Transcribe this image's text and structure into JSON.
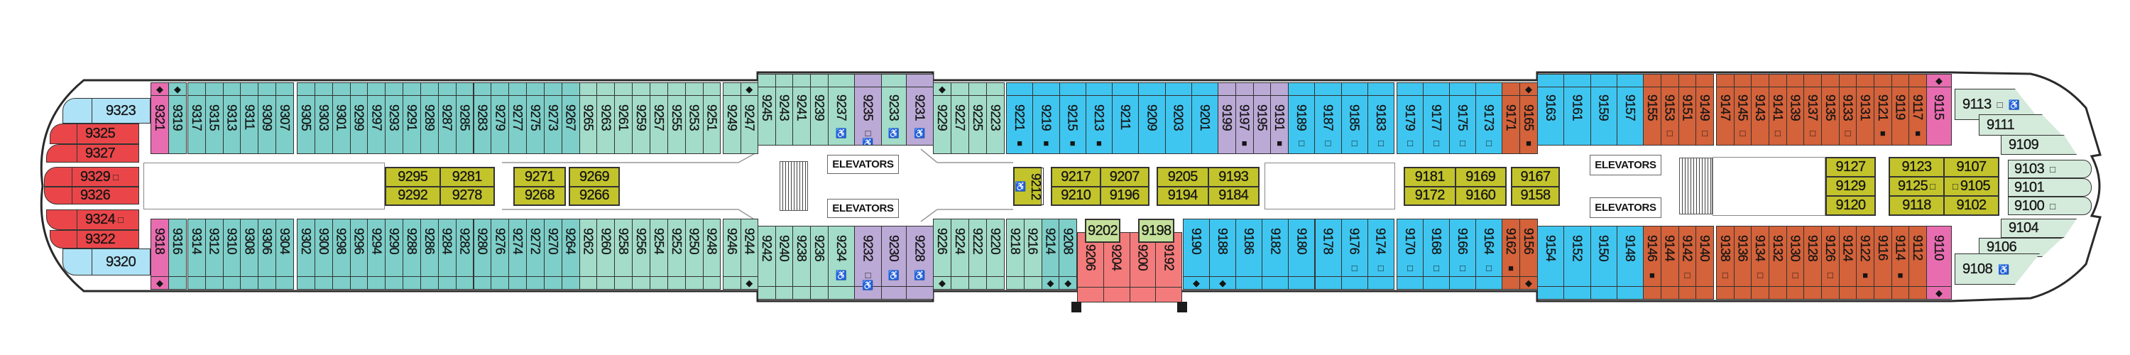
{
  "palette": {
    "teal": "#7ecfc9",
    "lightteal": "#a3dcc8",
    "purple": "#bba9d6",
    "blue": "#3fc6f0",
    "orange": "#d4623a",
    "pink": "#e86db0",
    "red": "#ea4649",
    "lightblue": "#aee2f7",
    "olive": "#c3c42c",
    "coral": "#f47b7b",
    "lightgreen": "#c5e09a",
    "bow": "#d4eadb"
  },
  "icons": {
    "square": "□",
    "filled-square": "■",
    "diamond": "◆",
    "wheelchair": "♿"
  },
  "labels": {
    "elevators": "ELEVATORS"
  },
  "top_sections": [
    {
      "id": "tA",
      "c": "teal",
      "cabins": [
        {
          "n": "9321",
          "c": "pink",
          "m": [
            "diamond"
          ]
        },
        {
          "n": "9319",
          "m": [
            "diamond"
          ]
        }
      ]
    },
    {
      "id": "tB",
      "c": "teal",
      "cabins": [
        {
          "n": "9317"
        },
        {
          "n": "9315"
        },
        {
          "n": "9313"
        },
        {
          "n": "9311"
        },
        {
          "n": "9309"
        },
        {
          "n": "9307"
        }
      ]
    },
    {
      "id": "tC",
      "c": "teal",
      "cabins": [
        {
          "n": "9305"
        },
        {
          "n": "9303"
        },
        {
          "n": "9301"
        },
        {
          "n": "9299"
        },
        {
          "n": "9297"
        },
        {
          "n": "9293"
        },
        {
          "n": "9291"
        },
        {
          "n": "9289"
        },
        {
          "n": "9287"
        },
        {
          "n": "9285"
        },
        {
          "n": "9283"
        },
        {
          "n": "9279"
        },
        {
          "n": "9277"
        },
        {
          "n": "9275"
        },
        {
          "n": "9273"
        },
        {
          "n": "9267"
        },
        {
          "n": "9265",
          "c": "lightteal"
        },
        {
          "n": "9263",
          "c": "lightteal"
        },
        {
          "n": "9261",
          "c": "lightteal"
        },
        {
          "n": "9259",
          "c": "lightteal"
        },
        {
          "n": "9257",
          "c": "lightteal"
        },
        {
          "n": "9255",
          "c": "lightteal"
        },
        {
          "n": "9253",
          "c": "lightteal"
        },
        {
          "n": "9251",
          "c": "lightteal"
        }
      ]
    },
    {
      "id": "tD",
      "c": "lightteal",
      "cabins": [
        {
          "n": "9249"
        },
        {
          "n": "9247",
          "m": [
            "diamond"
          ]
        }
      ]
    },
    {
      "id": "tE",
      "c": "lightteal",
      "cabins": [
        {
          "n": "9245"
        },
        {
          "n": "9243"
        },
        {
          "n": "9241"
        },
        {
          "n": "9239"
        },
        {
          "n": "9237",
          "m": [
            "wheelchair"
          ]
        },
        {
          "n": "9235",
          "c": "purple",
          "m": [
            "square",
            "wheelchair"
          ]
        },
        {
          "n": "9233",
          "m": [
            "wheelchair"
          ]
        },
        {
          "n": "9231",
          "c": "purple",
          "m": [
            "wheelchair"
          ]
        }
      ]
    },
    {
      "id": "tF",
      "c": "lightteal",
      "cabins": [
        {
          "n": "9229",
          "m": [
            "diamond"
          ]
        },
        {
          "n": "9227"
        },
        {
          "n": "9225"
        },
        {
          "n": "9223"
        }
      ]
    },
    {
      "id": "tG",
      "c": "blue",
      "cabins": [
        {
          "n": "9221",
          "m": [
            "filled-square"
          ]
        },
        {
          "n": "9219",
          "m": [
            "filled-square"
          ]
        },
        {
          "n": "9215",
          "m": [
            "filled-square"
          ]
        },
        {
          "n": "9213",
          "m": [
            "filled-square"
          ]
        },
        {
          "n": "9211"
        },
        {
          "n": "9209"
        },
        {
          "n": "9203"
        },
        {
          "n": "9201"
        }
      ]
    },
    {
      "id": "tH",
      "c": "purple",
      "cabins": [
        {
          "n": "9199"
        },
        {
          "n": "9197",
          "m": [
            "filled-square"
          ]
        },
        {
          "n": "9195"
        },
        {
          "n": "9191",
          "m": [
            "filled-square"
          ]
        }
      ]
    },
    {
      "id": "tI",
      "c": "blue",
      "cabins": [
        {
          "n": "9189",
          "m": [
            "square"
          ]
        },
        {
          "n": "9187",
          "m": [
            "square"
          ]
        },
        {
          "n": "9185",
          "m": [
            "square"
          ]
        },
        {
          "n": "9183",
          "m": [
            "square"
          ]
        }
      ]
    },
    {
      "id": "tJ",
      "c": "blue",
      "cabins": [
        {
          "n": "9179",
          "m": [
            "square"
          ]
        },
        {
          "n": "9177",
          "m": [
            "square"
          ]
        },
        {
          "n": "9175",
          "m": [
            "square"
          ]
        },
        {
          "n": "9173",
          "m": [
            "square"
          ]
        }
      ]
    },
    {
      "id": "tK",
      "c": "orange",
      "cabins": [
        {
          "n": "9171"
        },
        {
          "n": "9165",
          "m": [
            "diamond",
            "filled-square"
          ]
        }
      ]
    },
    {
      "id": "tL",
      "c": "blue",
      "cabins": [
        {
          "n": "9163"
        },
        {
          "n": "9161"
        },
        {
          "n": "9159"
        },
        {
          "n": "9157"
        }
      ]
    },
    {
      "id": "tM",
      "c": "orange",
      "cabins": [
        {
          "n": "9155"
        },
        {
          "n": "9153",
          "m": [
            "square"
          ]
        },
        {
          "n": "9151"
        },
        {
          "n": "9149",
          "m": [
            "square"
          ]
        }
      ]
    },
    {
      "id": "tN",
      "c": "orange",
      "cabins": [
        {
          "n": "9147"
        },
        {
          "n": "9145",
          "m": [
            "square"
          ]
        },
        {
          "n": "9143"
        },
        {
          "n": "9141",
          "m": [
            "square"
          ]
        },
        {
          "n": "9139"
        },
        {
          "n": "9137",
          "m": [
            "square"
          ]
        },
        {
          "n": "9135"
        },
        {
          "n": "9133",
          "m": [
            "square"
          ]
        },
        {
          "n": "9131"
        },
        {
          "n": "9121",
          "m": [
            "filled-square"
          ]
        },
        {
          "n": "9119"
        },
        {
          "n": "9117",
          "m": [
            "filled-square"
          ]
        }
      ]
    },
    {
      "id": "tO",
      "c": "pink",
      "cabins": [
        {
          "n": "9115",
          "m": [
            "diamond"
          ]
        }
      ]
    }
  ],
  "bottom_sections": [
    {
      "id": "bA",
      "c": "teal",
      "cabins": [
        {
          "n": "9318",
          "c": "pink",
          "m": [
            "diamond"
          ]
        },
        {
          "n": "9316"
        }
      ]
    },
    {
      "id": "bB",
      "c": "teal",
      "cabins": [
        {
          "n": "9314"
        },
        {
          "n": "9312"
        },
        {
          "n": "9310"
        },
        {
          "n": "9308"
        },
        {
          "n": "9306"
        },
        {
          "n": "9304"
        }
      ]
    },
    {
      "id": "bC",
      "c": "teal",
      "cabins": [
        {
          "n": "9302"
        },
        {
          "n": "9300"
        },
        {
          "n": "9298"
        },
        {
          "n": "9296"
        },
        {
          "n": "9294"
        },
        {
          "n": "9290"
        },
        {
          "n": "9288"
        },
        {
          "n": "9286"
        },
        {
          "n": "9284"
        },
        {
          "n": "9282"
        },
        {
          "n": "9280"
        },
        {
          "n": "9276"
        },
        {
          "n": "9274"
        },
        {
          "n": "9272"
        },
        {
          "n": "9270"
        },
        {
          "n": "9264"
        },
        {
          "n": "9262",
          "c": "lightteal"
        },
        {
          "n": "9260",
          "c": "lightteal"
        },
        {
          "n": "9258",
          "c": "lightteal"
        },
        {
          "n": "9256",
          "c": "lightteal"
        },
        {
          "n": "9254",
          "c": "lightteal"
        },
        {
          "n": "9252",
          "c": "lightteal"
        },
        {
          "n": "9250",
          "c": "lightteal"
        },
        {
          "n": "9248",
          "c": "lightteal"
        }
      ]
    },
    {
      "id": "bD",
      "c": "lightteal",
      "cabins": [
        {
          "n": "9246"
        },
        {
          "n": "9244",
          "m": [
            "diamond"
          ]
        }
      ]
    },
    {
      "id": "bE",
      "c": "lightteal",
      "cabins": [
        {
          "n": "9242"
        },
        {
          "n": "9240"
        },
        {
          "n": "9238"
        },
        {
          "n": "9236"
        },
        {
          "n": "9234",
          "m": [
            "wheelchair"
          ]
        },
        {
          "n": "9232",
          "c": "purple",
          "m": [
            "square",
            "wheelchair"
          ]
        },
        {
          "n": "9230",
          "c": "purple",
          "m": [
            "wheelchair"
          ]
        },
        {
          "n": "9228",
          "c": "purple",
          "m": [
            "wheelchair"
          ]
        }
      ]
    },
    {
      "id": "bF",
      "c": "lightteal",
      "cabins": [
        {
          "n": "9226",
          "m": [
            "diamond"
          ]
        },
        {
          "n": "9224"
        },
        {
          "n": "9222"
        },
        {
          "n": "9220"
        }
      ]
    },
    {
      "id": "bG",
      "c": "lightteal",
      "cabins": [
        {
          "n": "9218"
        },
        {
          "n": "9216"
        },
        {
          "n": "9214",
          "c": "teal",
          "m": [
            "diamond"
          ]
        },
        {
          "n": "9208",
          "c": "teal",
          "m": [
            "diamond"
          ]
        }
      ]
    },
    {
      "id": "bH",
      "c": "coral",
      "cabins": [
        {
          "n": "9206"
        },
        {
          "n": "9204"
        },
        {
          "n": "9200"
        },
        {
          "n": "9192"
        }
      ]
    },
    {
      "id": "bI",
      "c": "blue",
      "cabins": [
        {
          "n": "9190",
          "m": [
            "diamond"
          ]
        },
        {
          "n": "9188",
          "m": [
            "diamond"
          ]
        },
        {
          "n": "9186"
        },
        {
          "n": "9182"
        },
        {
          "n": "9180"
        },
        {
          "n": "9178"
        },
        {
          "n": "9176",
          "m": [
            "square"
          ]
        },
        {
          "n": "9174",
          "m": [
            "square"
          ]
        }
      ]
    },
    {
      "id": "bJ",
      "c": "blue",
      "cabins": [
        {
          "n": "9170",
          "m": [
            "square"
          ]
        },
        {
          "n": "9168",
          "m": [
            "square"
          ]
        },
        {
          "n": "9166",
          "m": [
            "square"
          ]
        },
        {
          "n": "9164",
          "m": [
            "square"
          ]
        }
      ]
    },
    {
      "id": "bK",
      "c": "orange",
      "cabins": [
        {
          "n": "9162",
          "m": [
            "filled-square"
          ]
        },
        {
          "n": "9156",
          "m": [
            "diamond"
          ]
        }
      ]
    },
    {
      "id": "bL",
      "c": "blue",
      "cabins": [
        {
          "n": "9154"
        },
        {
          "n": "9152"
        },
        {
          "n": "9150"
        },
        {
          "n": "9148"
        }
      ]
    },
    {
      "id": "bM",
      "c": "orange",
      "cabins": [
        {
          "n": "9146",
          "m": [
            "filled-square"
          ]
        },
        {
          "n": "9144"
        },
        {
          "n": "9142",
          "m": [
            "square"
          ]
        },
        {
          "n": "9140"
        }
      ]
    },
    {
      "id": "bN",
      "c": "orange",
      "cabins": [
        {
          "n": "9138",
          "m": [
            "square"
          ]
        },
        {
          "n": "9136"
        },
        {
          "n": "9134",
          "m": [
            "square"
          ]
        },
        {
          "n": "9132"
        },
        {
          "n": "9130",
          "m": [
            "square"
          ]
        },
        {
          "n": "9128"
        },
        {
          "n": "9126",
          "m": [
            "square"
          ]
        },
        {
          "n": "9124"
        },
        {
          "n": "9122",
          "m": [
            "filled-square"
          ]
        },
        {
          "n": "9116"
        },
        {
          "n": "9114",
          "m": [
            "filled-square"
          ]
        },
        {
          "n": "9112"
        }
      ]
    },
    {
      "id": "bO",
      "c": "pink",
      "cabins": [
        {
          "n": "9110",
          "m": [
            "diamond"
          ]
        }
      ]
    }
  ],
  "stern_cabins": [
    {
      "n": "9323",
      "c": "lightblue"
    },
    {
      "n": "9325",
      "c": "red"
    },
    {
      "n": "9327",
      "c": "red"
    },
    {
      "n": "9329",
      "c": "red",
      "m": [
        "square"
      ]
    },
    {
      "n": "9326",
      "c": "red"
    },
    {
      "n": "9324",
      "c": "red",
      "m": [
        "square"
      ]
    },
    {
      "n": "9322",
      "c": "red"
    },
    {
      "n": "9320",
      "c": "lightblue"
    }
  ],
  "bow_cabins": [
    {
      "n": "9113",
      "m": [
        "square",
        "wheelchair"
      ]
    },
    {
      "n": "9111"
    },
    {
      "n": "9109"
    },
    {
      "n": "9103",
      "m": [
        "square"
      ]
    },
    {
      "n": "9101"
    },
    {
      "n": "9100",
      "m": [
        "square"
      ]
    },
    {
      "n": "9104"
    },
    {
      "n": "9106"
    },
    {
      "n": "9108",
      "m": [
        "wheelchair"
      ]
    }
  ],
  "center_blocks": [
    {
      "c": "olive",
      "rows": [
        [
          {
            "n": "9295"
          },
          {
            "n": "9281"
          }
        ],
        [
          {
            "n": "9292"
          },
          {
            "n": "9278"
          }
        ]
      ]
    },
    {
      "c": "olive",
      "rows": [
        [
          {
            "n": "9271"
          }
        ],
        [
          {
            "n": "9268"
          }
        ]
      ]
    },
    {
      "c": "olive",
      "rows": [
        [
          {
            "n": "9269"
          }
        ],
        [
          {
            "n": "9266"
          }
        ]
      ]
    },
    {
      "c": "olive",
      "rows": [
        [
          {
            "n": "9212",
            "m": [
              "wheelchair"
            ],
            "vertical": true
          }
        ]
      ]
    },
    {
      "c": "olive",
      "rows": [
        [
          {
            "n": "9217"
          },
          {
            "n": "9207"
          }
        ],
        [
          {
            "n": "9210"
          },
          {
            "n": "9196"
          }
        ]
      ]
    },
    {
      "c": "olive",
      "rows": [
        [
          {
            "n": "9205"
          },
          {
            "n": "9193"
          }
        ],
        [
          {
            "n": "9194"
          },
          {
            "n": "9184"
          }
        ]
      ]
    },
    {
      "c": "olive",
      "rows": [
        [
          {
            "n": "9181"
          },
          {
            "n": "9169"
          }
        ],
        [
          {
            "n": "9172"
          },
          {
            "n": "9160"
          }
        ]
      ]
    },
    {
      "c": "olive",
      "rows": [
        [
          {
            "n": "9167"
          }
        ],
        [
          {
            "n": "9158"
          }
        ]
      ]
    },
    {
      "c": "olive",
      "rows": [
        [
          {
            "n": "9127"
          }
        ],
        [
          {
            "n": "9129"
          }
        ],
        [
          {
            "n": "9120"
          }
        ]
      ]
    },
    {
      "c": "olive",
      "rows": [
        [
          {
            "n": "9123"
          },
          {
            "n": "9107"
          }
        ],
        [
          {
            "n": "9125",
            "m": [
              "square"
            ]
          },
          {
            "n": "9105",
            "m": [
              "square"
            ],
            "pre": true
          }
        ],
        [
          {
            "n": "9118"
          },
          {
            "n": "9102"
          }
        ]
      ]
    },
    {
      "c": "lightgreen",
      "rows": [
        [
          {
            "n": "9202"
          }
        ]
      ]
    },
    {
      "c": "lightgreen",
      "rows": [
        [
          {
            "n": "9198"
          }
        ]
      ]
    }
  ]
}
